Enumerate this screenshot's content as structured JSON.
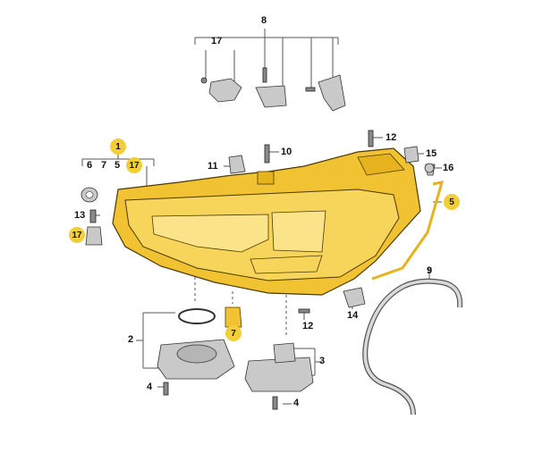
{
  "callouts": {
    "c1": "1",
    "c2": "2",
    "c3": "3",
    "c4a": "4",
    "c4b": "4",
    "c5": "5",
    "c5r": "5",
    "c6": "6",
    "c7": "7",
    "c7b": "7",
    "c8": "8",
    "c9": "9",
    "c10": "10",
    "c11": "11",
    "c12a": "12",
    "c12b": "12",
    "c13": "13",
    "c14": "14",
    "c15": "15",
    "c16": "16",
    "c17": "17",
    "c17a": "17",
    "c17b": "17"
  },
  "colors": {
    "headlamp_fill": "#f1c232",
    "headlamp_stroke": "#4a3a00",
    "highlight_badge": "#f2cf3a",
    "parts_grey": "#c9c9c9"
  }
}
